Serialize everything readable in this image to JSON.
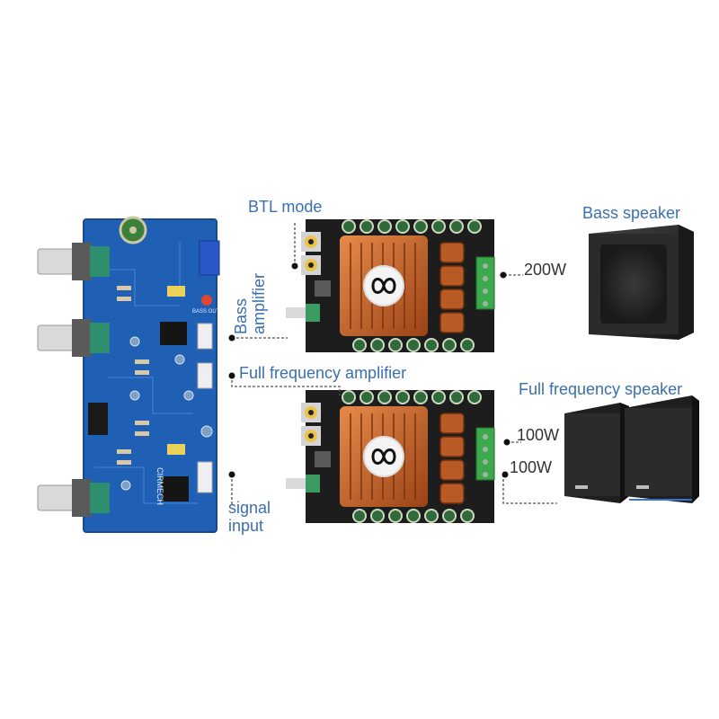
{
  "labels": {
    "btl_mode": "BTL mode",
    "bass_amplifier_line1": "Bass",
    "bass_amplifier_line2": "amplifier",
    "full_frequency_amplifier": "Full frequency amplifier",
    "signal_input_line1": "signal",
    "signal_input_line2": "input",
    "bass_speaker": "Bass speaker",
    "full_frequency_speaker": "Full frequency speaker",
    "power_bass": "200W",
    "power_full_1": "100W",
    "power_full_2": "100W"
  },
  "board_markings": {
    "left_board_brand": "CIRMECH",
    "left_board_out": "BASS OUT"
  },
  "colors": {
    "label_text": "#3a6fb0",
    "pcb_blue": "#1f5fb4",
    "pcb_black": "#1d1d1d",
    "heatsink_copper": "#c8642a",
    "speaker_body": "#2b2b2b"
  },
  "icons": [
    "potentiometer-knob-icon",
    "capacitor-icon",
    "chip-icon",
    "heatsink-fan-icon",
    "terminal-block-icon",
    "speaker-icon"
  ]
}
